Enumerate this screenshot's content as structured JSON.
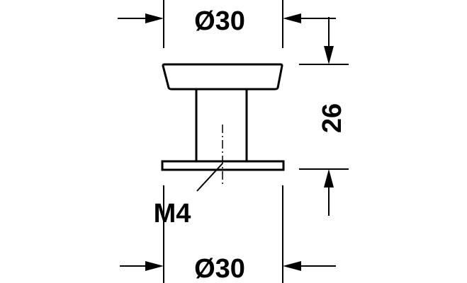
{
  "diagram": {
    "top_diameter_label": "Ø30",
    "height_label": "26",
    "thread_label": "M4",
    "bottom_diameter_label": "Ø30"
  },
  "colors": {
    "ink": "#000000",
    "fill": "#ffffff"
  }
}
